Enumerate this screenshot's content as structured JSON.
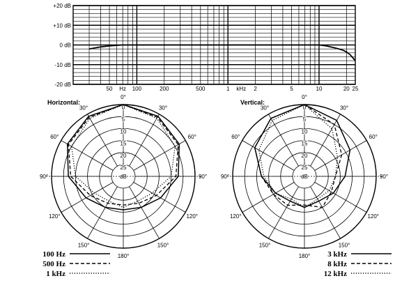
{
  "chart_data": [
    {
      "type": "line",
      "title": "",
      "xlabel": "",
      "ylabel": "",
      "x_scale": "log",
      "xlim": [
        20,
        25000
      ],
      "ylim": [
        -20,
        20
      ],
      "grid": true,
      "y_ticks": [
        {
          "value": 20,
          "label": "+20 dB"
        },
        {
          "value": 10,
          "label": "+10 dB"
        },
        {
          "value": 0,
          "label": "0 dB"
        },
        {
          "value": -10,
          "label": "-10 dB"
        },
        {
          "value": -20,
          "label": "-20 dB"
        }
      ],
      "x_ticks": [
        {
          "value": 50,
          "label": "50"
        },
        {
          "value": 70,
          "label": "Hz"
        },
        {
          "value": 100,
          "label": "100"
        },
        {
          "value": 200,
          "label": "200"
        },
        {
          "value": 500,
          "label": "500"
        },
        {
          "value": 1000,
          "label": "1"
        },
        {
          "value": 1400,
          "label": "kHz"
        },
        {
          "value": 2000,
          "label": "2"
        },
        {
          "value": 5000,
          "label": "5"
        },
        {
          "value": 10000,
          "label": "10"
        },
        {
          "value": 20000,
          "label": "20"
        },
        {
          "value": 25000,
          "label": "25"
        }
      ],
      "series": [
        {
          "x": [
            30,
            40,
            50,
            70,
            100,
            200,
            500,
            1000,
            2000,
            5000,
            8000,
            10000,
            12000,
            15000,
            18000,
            20000,
            22000,
            25000
          ],
          "y": [
            -2,
            -1,
            -0.5,
            0,
            0,
            0,
            0,
            0,
            0,
            0,
            0,
            0,
            -0.5,
            -1.5,
            -2.5,
            -3.5,
            -5,
            -8
          ]
        }
      ]
    },
    {
      "type": "polar",
      "title": "Horizontal:",
      "radial_labels": [
        "0",
        "5",
        "10",
        "15",
        "20",
        "25"
      ],
      "radial_unit": "dB",
      "angle_labels": [
        "0°",
        "30°",
        "60°",
        "90°",
        "120°",
        "150°",
        "180°",
        "150°",
        "120°",
        "90°",
        "60°",
        "30°"
      ],
      "angles_deg": [
        0,
        30,
        60,
        90,
        120,
        150,
        180,
        210,
        240,
        270,
        300,
        330
      ],
      "series": [
        {
          "name": "100 Hz",
          "style": "solid",
          "attenuation_db": [
            0,
            1,
            3,
            7,
            12,
            15,
            16,
            15,
            12,
            7,
            3,
            1
          ]
        },
        {
          "name": "500 Hz",
          "style": "dashed",
          "attenuation_db": [
            0,
            1.5,
            3.5,
            8,
            14,
            17,
            18,
            17,
            14,
            8,
            3.5,
            1.5
          ]
        },
        {
          "name": "1 kHz",
          "style": "dotted",
          "attenuation_db": [
            0,
            2,
            5,
            10,
            16,
            18,
            17,
            18,
            16,
            10,
            5,
            2
          ]
        }
      ]
    },
    {
      "type": "polar",
      "title": "Vertical:",
      "radial_labels": [
        "0",
        "5",
        "10",
        "15",
        "20",
        "25"
      ],
      "radial_unit": "dB",
      "angle_labels": [
        "0°",
        "30°",
        "60°",
        "90°",
        "120°",
        "150°",
        "180°",
        "150°",
        "120°",
        "90°",
        "60°",
        "30°"
      ],
      "angles_deg": [
        0,
        30,
        60,
        90,
        120,
        150,
        180,
        210,
        240,
        270,
        300,
        330
      ],
      "series": [
        {
          "name": "3 kHz",
          "style": "solid",
          "attenuation_db": [
            0,
            3,
            8,
            13,
            16,
            18,
            17,
            18,
            16,
            12,
            6,
            2
          ]
        },
        {
          "name": "8 kHz",
          "style": "dashed",
          "attenuation_db": [
            0,
            5,
            12,
            17,
            17,
            15,
            18,
            16,
            15,
            12,
            6,
            2
          ]
        },
        {
          "name": "12 kHz",
          "style": "dotted",
          "attenuation_db": [
            0,
            7,
            14,
            17,
            18,
            19,
            17,
            19,
            16,
            13,
            8,
            3
          ]
        }
      ]
    }
  ],
  "legend": {
    "left": [
      {
        "label": "100 Hz",
        "style": "solid"
      },
      {
        "label": "500 Hz",
        "style": "dashed"
      },
      {
        "label": "1 kHz",
        "style": "dotted"
      }
    ],
    "right": [
      {
        "label": "3 kHz",
        "style": "solid"
      },
      {
        "label": "8 kHz",
        "style": "dashed"
      },
      {
        "label": "12 kHz",
        "style": "dotted"
      }
    ]
  },
  "colors": {
    "ink": "#000000",
    "background": "#ffffff"
  }
}
